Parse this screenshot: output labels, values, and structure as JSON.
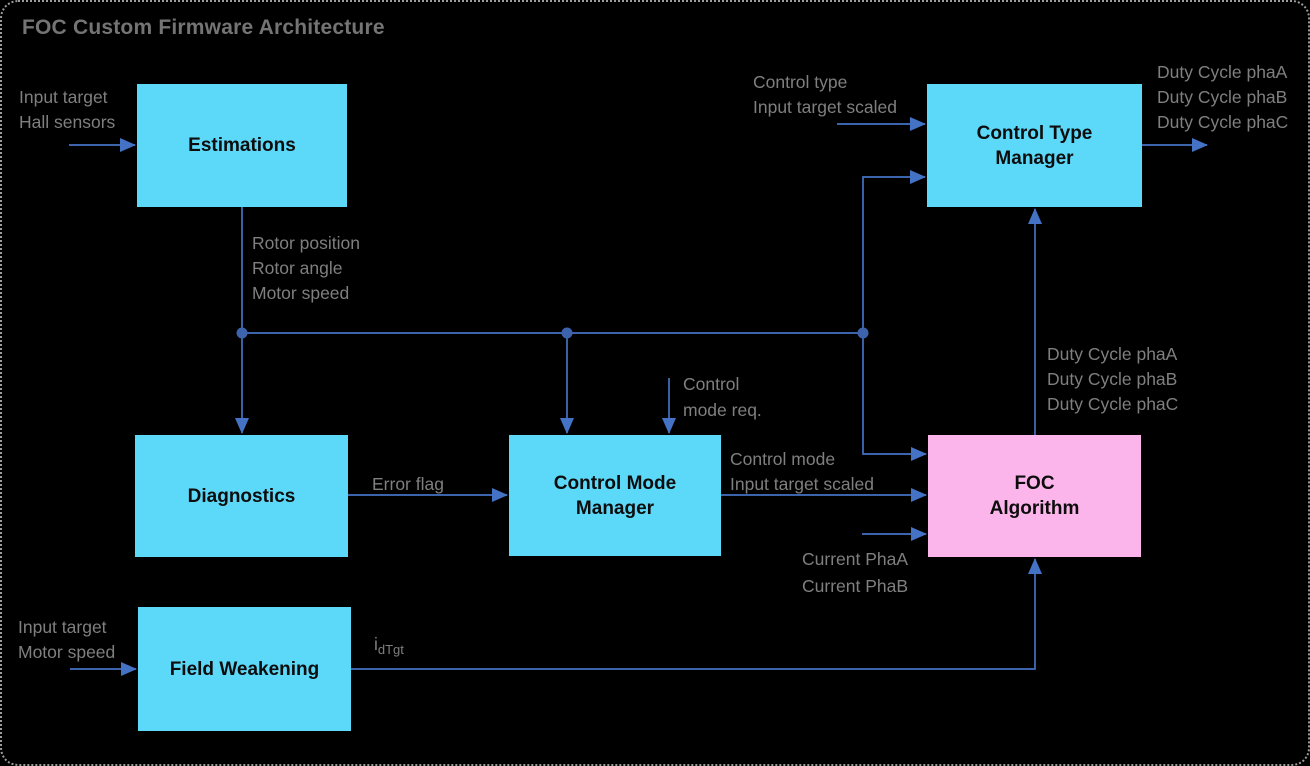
{
  "title": "FOC Custom Firmware Architecture",
  "colors": {
    "background": "#000000",
    "border": "#9c9c9c",
    "box_cyan": "#5CD8F8",
    "box_pink": "#FCB5EA",
    "box_text": "#0d0d0d",
    "wire_blue": "#4472C4",
    "junction_blue": "#3D63AD",
    "label_gray": "#7F7F7F",
    "title_gray": "#747474"
  },
  "blocks": {
    "estimations": {
      "label": "Estimations"
    },
    "control_type_manager": {
      "label": "Control Type\nManager"
    },
    "diagnostics": {
      "label": "Diagnostics"
    },
    "control_mode_manager": {
      "label": "Control Mode\nManager"
    },
    "foc_algorithm": {
      "label": "FOC\nAlgorithm"
    },
    "field_weakening": {
      "label": "Field Weakening"
    }
  },
  "labels": {
    "estimations_inputs": [
      "Input target",
      "Hall sensors"
    ],
    "control_type_inputs": [
      "Control type",
      "Input target scaled"
    ],
    "duty_cycle_outputs": [
      "Duty Cycle phaA",
      "Duty Cycle phaB",
      "Duty Cycle phaC"
    ],
    "estimation_outputs": [
      "Rotor position",
      "Rotor angle",
      "Motor speed"
    ],
    "control_mode_request": [
      "Control",
      "mode req."
    ],
    "duty_cycle_feedback": [
      "Duty Cycle phaA",
      "Duty Cycle phaB",
      "Duty Cycle phaC"
    ],
    "control_mode_outputs": [
      "Control mode",
      "Input target scaled"
    ],
    "error_flag": "Error flag",
    "current_inputs": [
      "Current PhaA",
      "Current PhaB"
    ],
    "field_weakening_inputs": [
      "Input target",
      "Motor speed"
    ],
    "idtgt": {
      "base": "i",
      "sub": "dTgt"
    }
  }
}
